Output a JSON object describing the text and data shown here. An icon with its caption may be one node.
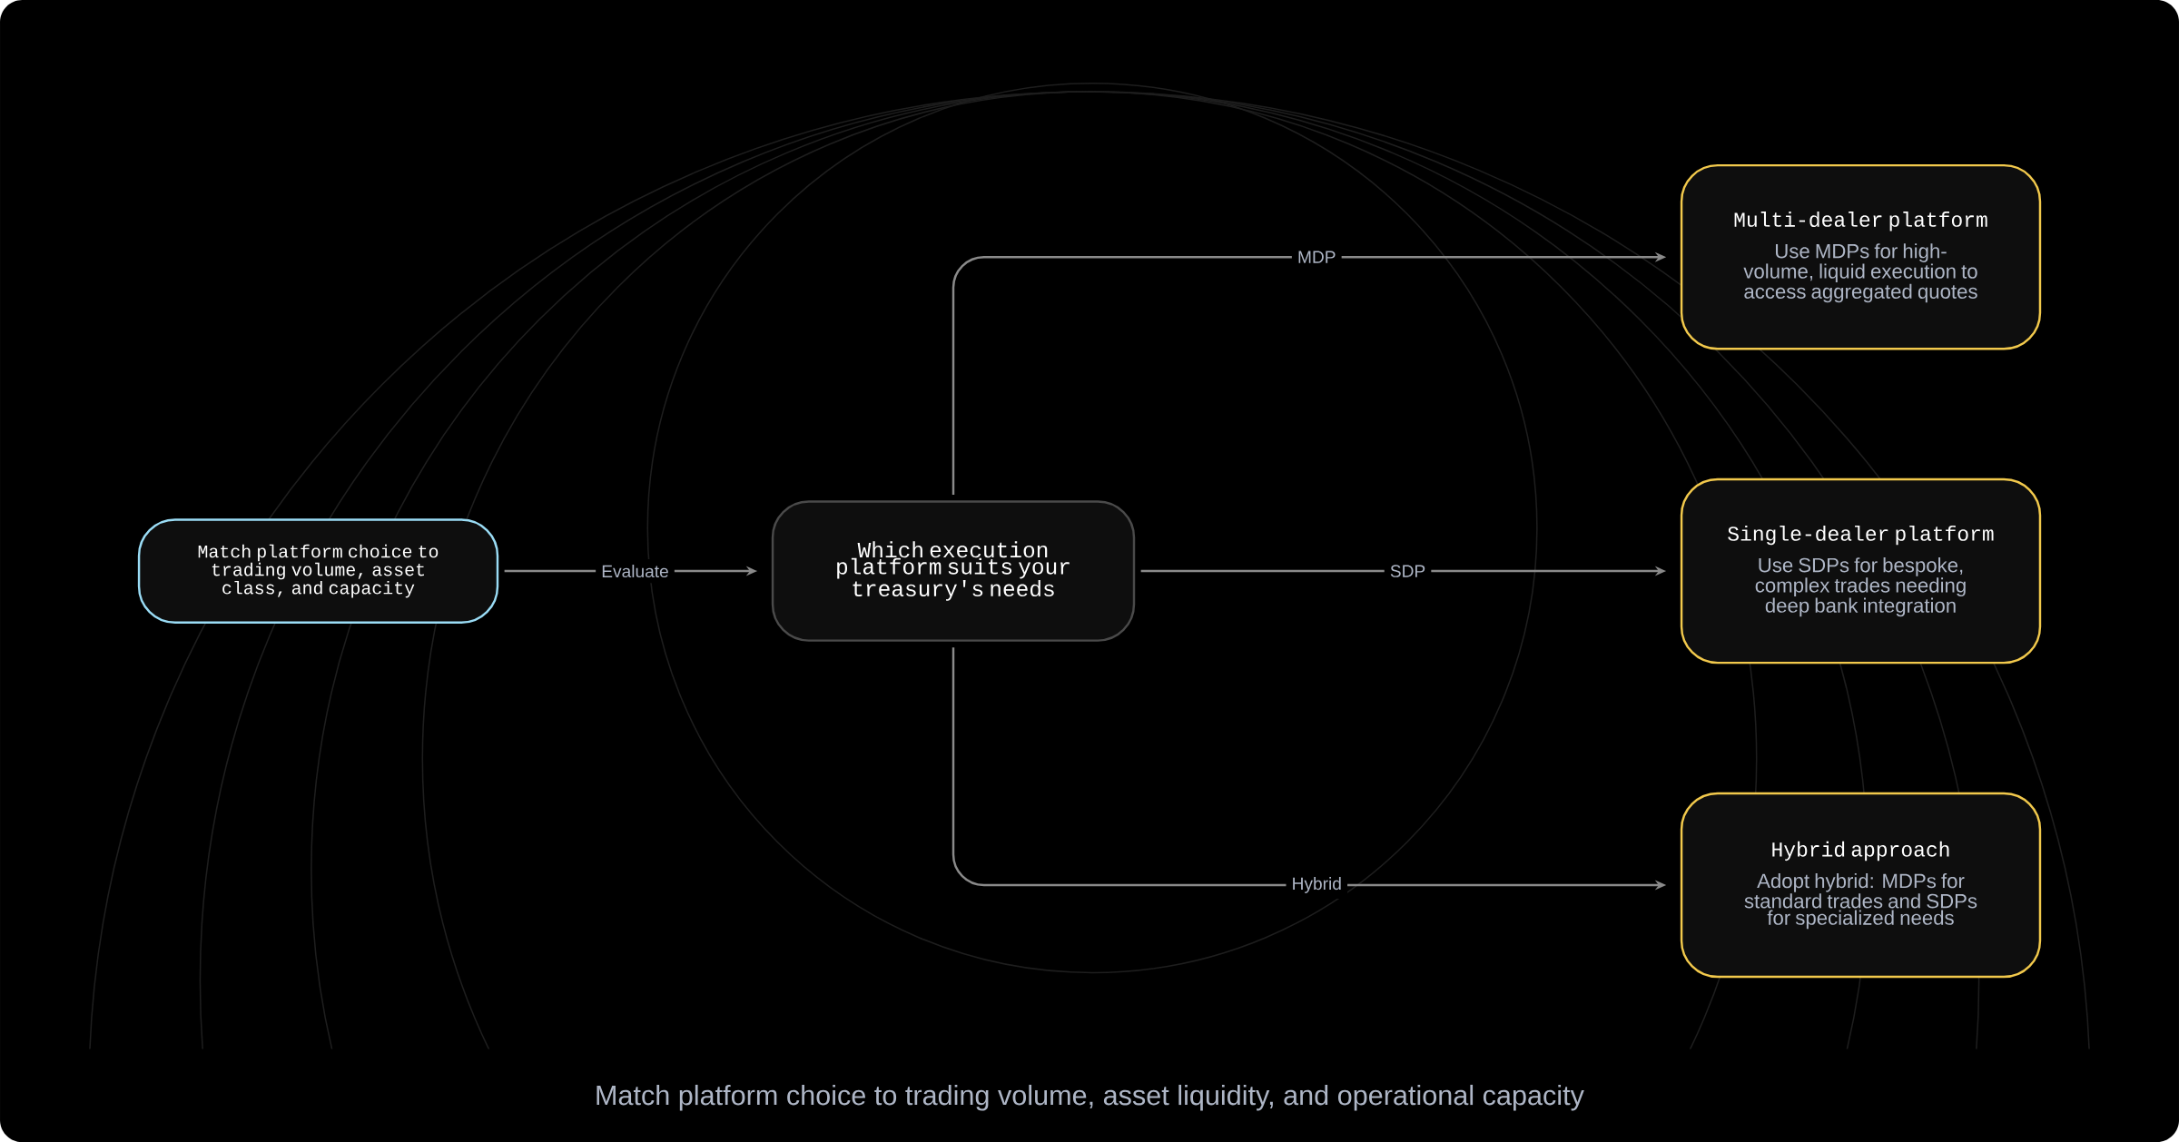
{
  "diagram": {
    "caption": "Match platform choice to trading volume, asset liquidity, and operational capacity",
    "nodes": [
      {
        "text": [
          "Match platform choice to trading volume, asset class, and capacity"
        ]
      },
      {
        "text": [
          "Which execution platform suits your treasury's needs"
        ]
      },
      {
        "text": [
          "Multi-dealer platform",
          "Use MDPs for high-volume, liquid execution to access aggregated quotes"
        ]
      },
      {
        "text": [
          "Single-dealer platform",
          "Use SDPs for bespoke, complex trades needing deep bank integration"
        ]
      },
      {
        "text": [
          "Hybrid approach",
          "Adopt hybrid: MDPs for standard trades and SDPs for specialized needs"
        ]
      }
    ],
    "edges": [
      {
        "from": 0,
        "to": 1,
        "arrow": "to",
        "label": "Evaluate"
      },
      {
        "from": 1,
        "to": 2,
        "arrow": "to",
        "label": "MDP"
      },
      {
        "from": 1,
        "to": 3,
        "arrow": "to",
        "label": "SDP"
      },
      {
        "from": 1,
        "to": 4,
        "arrow": "to",
        "label": "Hybrid"
      }
    ]
  }
}
